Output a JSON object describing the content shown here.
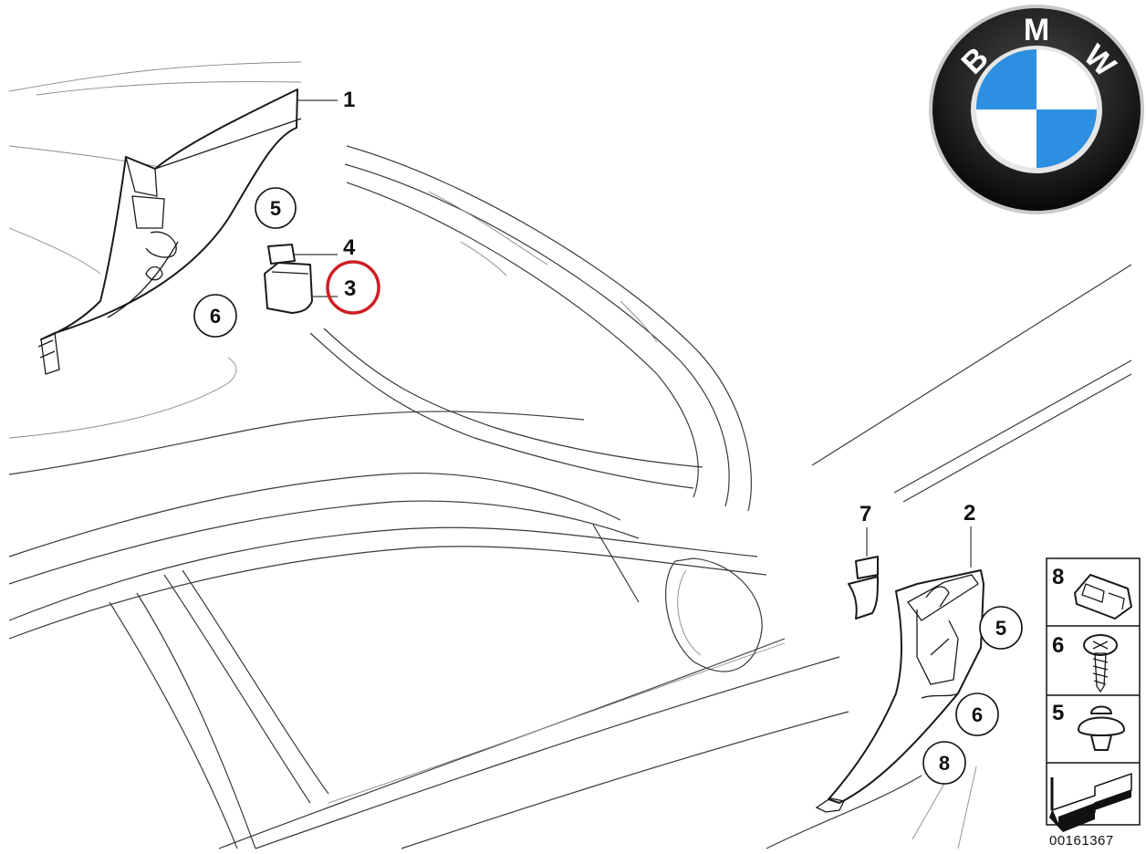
{
  "diagram": {
    "part_labels": [
      "1",
      "2",
      "3",
      "4",
      "7"
    ],
    "circled_labels": [
      "5",
      "6",
      "5",
      "6",
      "8"
    ],
    "highlighted_part": "3",
    "legend": [
      {
        "number": "8",
        "icon": "clip-icon"
      },
      {
        "number": "6",
        "icon": "screw-icon"
      },
      {
        "number": "5",
        "icon": "expanding-rivet-icon"
      }
    ],
    "reference_number": "00161367",
    "logo": {
      "brand": "BMW",
      "letters": [
        "B",
        "M",
        "W"
      ],
      "colors": {
        "blue": "#2d8fe0",
        "white": "#ffffff",
        "ring": "#1b1b1b"
      }
    },
    "highlight_color": "#cc1f24"
  }
}
